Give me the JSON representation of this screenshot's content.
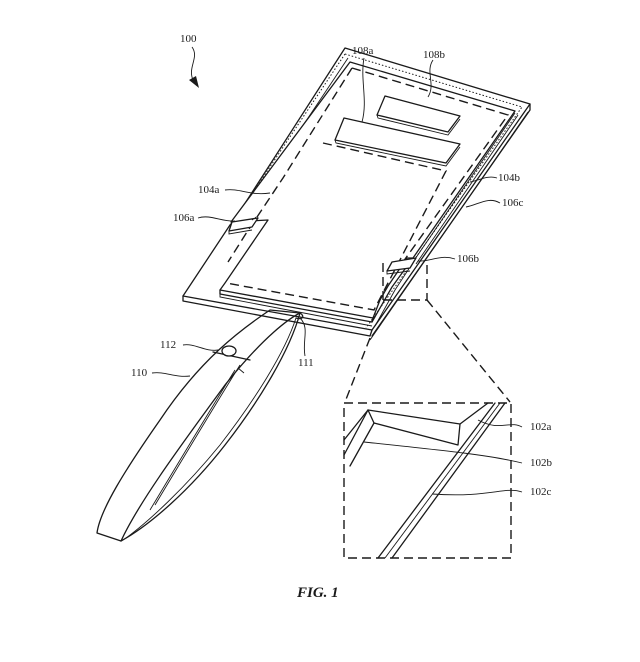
{
  "figure": {
    "caption": "FIG. 1",
    "reference_numerals": {
      "assembly": "100",
      "recess_a": "108a",
      "recess_b": "108b",
      "layer_a": "104a",
      "layer_b": "104b",
      "edge_a": "106a",
      "edge_b": "106b",
      "edge_c": "106c",
      "strap_connector": "112",
      "strap": "110",
      "attachment": "111",
      "detail_a": "102a",
      "detail_b": "102b",
      "detail_c": "102c"
    }
  },
  "colors": {
    "ink": "#1a1a1a",
    "background": "#ffffff"
  }
}
